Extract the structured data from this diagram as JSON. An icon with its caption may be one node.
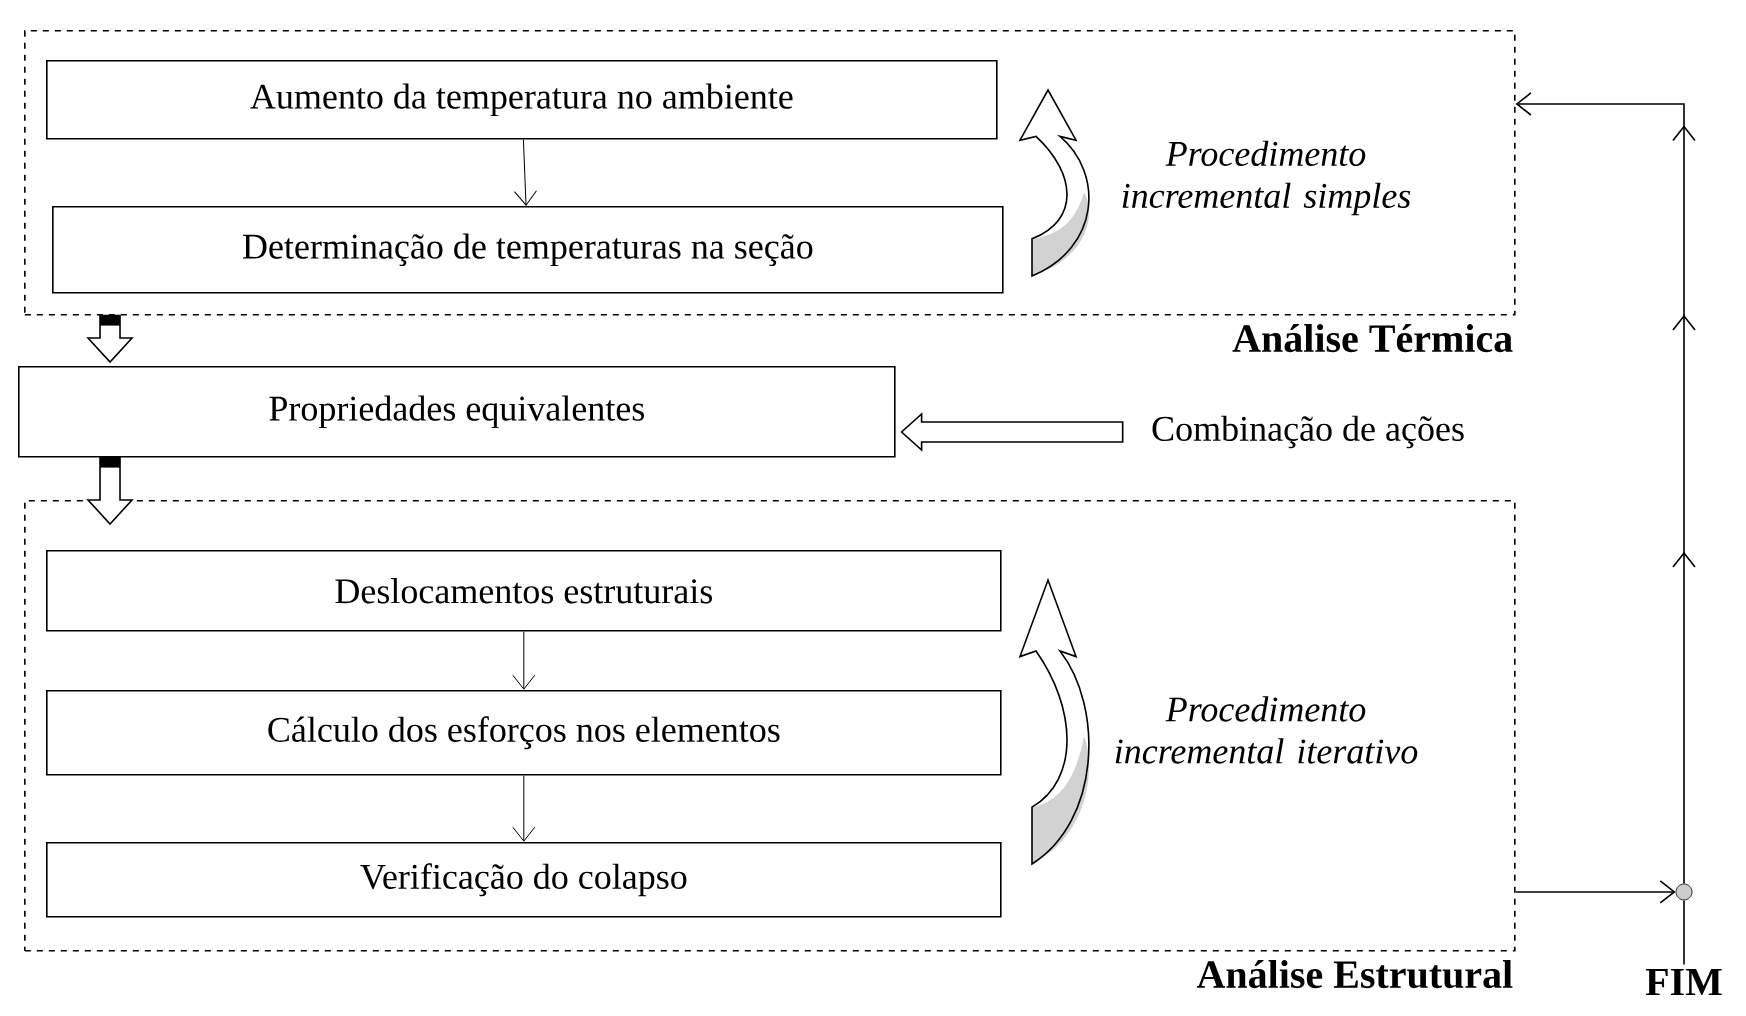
{
  "diagram": {
    "nodes": [
      {
        "text": [
          "Análise Térmica"
        ]
      },
      {
        "text": [
          "Aumento da temperatura no ambiente"
        ],
        "in": 0
      },
      {
        "text": [
          "Determinação de temperaturas na seção"
        ],
        "in": 0
      },
      {
        "text": [
          "Propriedades equivalentes"
        ]
      },
      {
        "text": [
          "Combinação de ações"
        ]
      },
      {
        "text": [
          "Análise Estrutural"
        ]
      },
      {
        "text": [
          "Deslocamentos estruturais"
        ],
        "in": 5
      },
      {
        "text": [
          "Cálculo dos esforços nos elementos"
        ],
        "in": 5
      },
      {
        "text": [
          "Verificação do colapso"
        ],
        "in": 5
      },
      {
        "text": [],
        "shape": "circle"
      },
      {
        "text": [
          "FIM"
        ]
      }
    ],
    "edges": [
      {
        "from": 1,
        "to": 2,
        "arrow": "to"
      },
      {
        "from": 0,
        "to": 3,
        "arrow": "to",
        "style": "thick"
      },
      {
        "from": 4,
        "to": 3,
        "arrow": "to",
        "style": "thick"
      },
      {
        "from": 3,
        "to": 5,
        "arrow": "to",
        "style": "thick"
      },
      {
        "from": 6,
        "to": 7,
        "arrow": "to"
      },
      {
        "from": 7,
        "to": 8,
        "arrow": "to"
      },
      {
        "from": 5,
        "to": 9,
        "arrow": "to"
      },
      {
        "from": 9,
        "to": 0,
        "arrow": "to"
      },
      {
        "from": 9,
        "to": 10,
        "arrow": "none"
      }
    ],
    "labels": [
      "Procedimento incremental simples",
      "Procedimento incremental iterativo"
    ]
  }
}
